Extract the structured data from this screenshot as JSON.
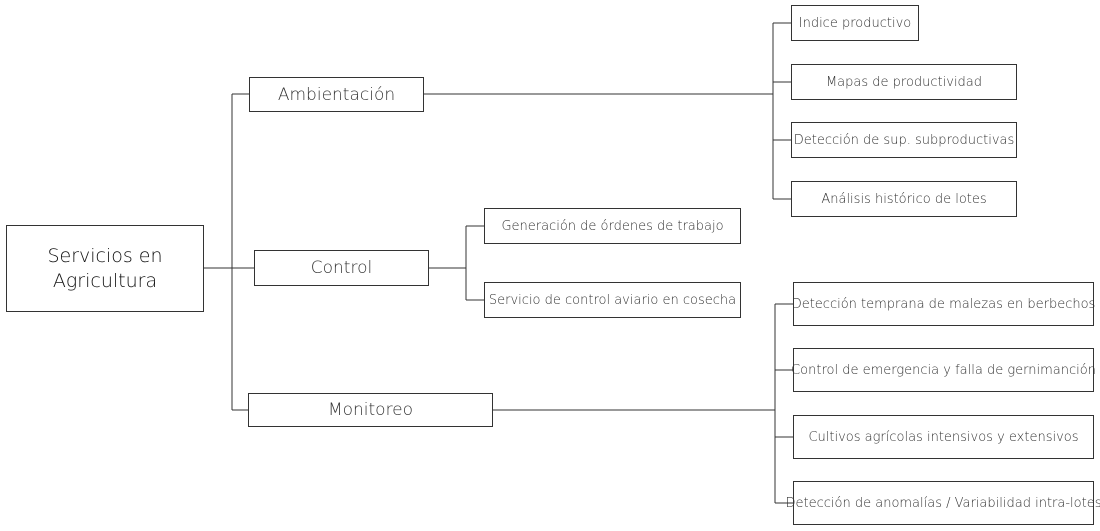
{
  "root": {
    "label_line1": "Servicios en",
    "label_line2": "Agricultura"
  },
  "branches": [
    {
      "label": "Ambientación",
      "items": [
        "Indice productivo",
        "Mapas de productividad",
        "Detección de sup. subproductivas",
        "Análisis histórico de lotes"
      ]
    },
    {
      "label": "Control",
      "items": [
        "Generación de órdenes de trabajo",
        "Servicio de control aviario en cosecha"
      ]
    },
    {
      "label": "Monitoreo",
      "items": [
        "Detección temprana de malezas en berbechos",
        "Control de emergencia y falla de gernimanción",
        "Cultivos agrícolas intensivos y extensivos",
        "Detección de anomalías / Variabilidad intra-lotes"
      ]
    }
  ]
}
